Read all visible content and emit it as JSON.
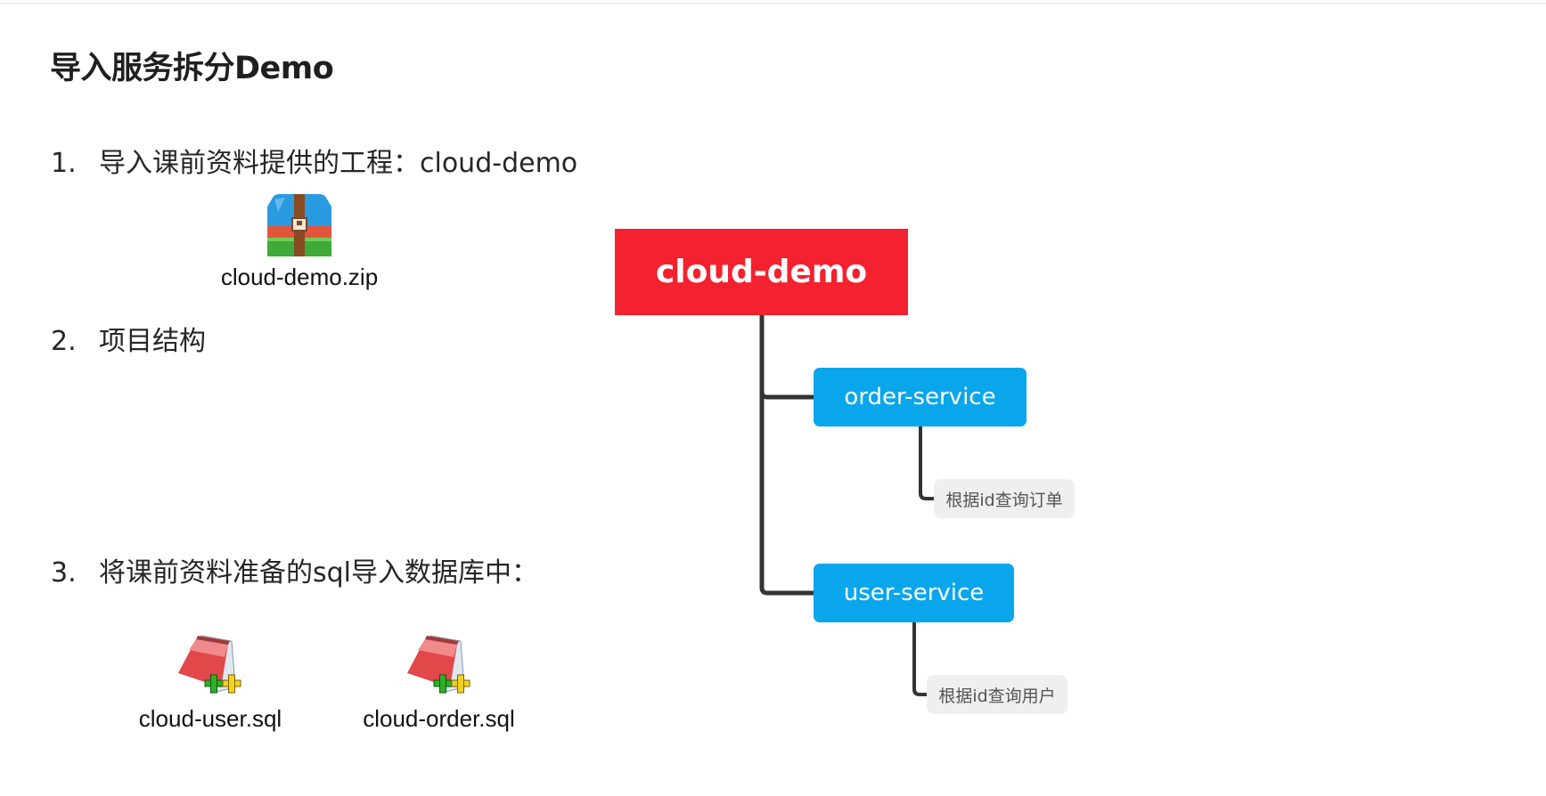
{
  "heading": "导入服务拆分Demo",
  "steps": [
    {
      "number": "1.",
      "text": "导入课前资料提供的工程：cloud-demo"
    },
    {
      "number": "2.",
      "text": "项目结构"
    },
    {
      "number": "3.",
      "text": "将课前资料准备的sql导入数据库中："
    }
  ],
  "files": {
    "zip": {
      "name": "cloud-demo.zip",
      "icon": "archive-icon"
    },
    "user_sql": {
      "name": "cloud-user.sql",
      "icon": "sql-file-icon"
    },
    "order_sql": {
      "name": "cloud-order.sql",
      "icon": "sql-file-icon"
    }
  },
  "mindmap": {
    "root": {
      "label": "cloud-demo",
      "color": "#f4212e"
    },
    "services": [
      {
        "label": "order-service",
        "color": "#0aa6ec",
        "child": "根据id查询订单"
      },
      {
        "label": "user-service",
        "color": "#0aa6ec",
        "child": "根据id查询用户"
      }
    ]
  }
}
